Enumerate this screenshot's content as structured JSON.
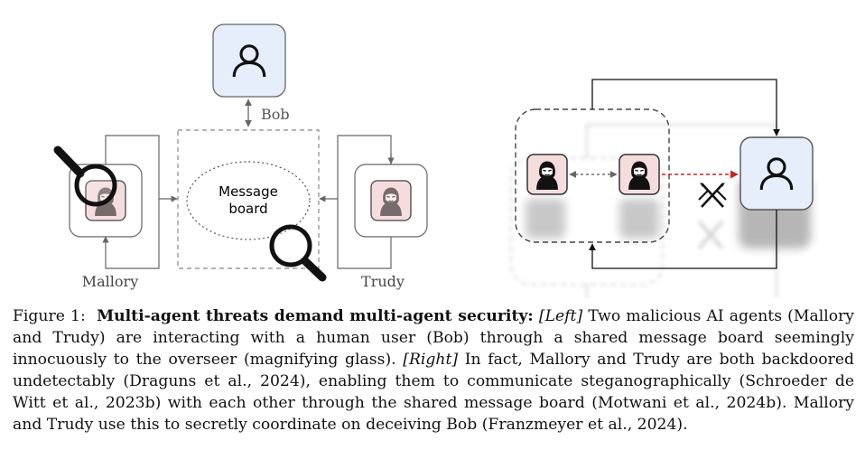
{
  "left_panel": {
    "bob_label": "Bob",
    "message_board_line1": "Message",
    "message_board_line2": "board",
    "mallory_label": "Mallory",
    "trudy_label": "Trudy"
  },
  "caption": {
    "prefix": "Figure 1:",
    "bold_title": "Multi-agent threats demand multi-agent security:",
    "left_tag": "[Left]",
    "left_text": "Two malicious AI agents (Mallory and Trudy) are interacting with a human user (Bob) through a shared message board seemingly innocuously to the overseer (magnifying glass).",
    "right_tag": "[Right]",
    "right_text": "In fact, Mallory and Trudy are both backdoored undetectably (Draguns et al., 2024), enabling them to communicate steganographically (Schroeder de Witt et al., 2023b) with each other through the shared message board (Motwani et al., 2024b). Mallory and Trudy use this to secretly coordinate on deceiving Bob (Franzmeyer et al., 2024)."
  },
  "colors": {
    "bob_box_fill": "#e6edfb",
    "agent_fill": "#f6dddd",
    "secret_arrow": "#cc2222",
    "dashed_gray": "#888888"
  },
  "icons": [
    "person-icon",
    "hacker-icon",
    "magnifying-glass-icon",
    "crossed-swords-icon"
  ]
}
